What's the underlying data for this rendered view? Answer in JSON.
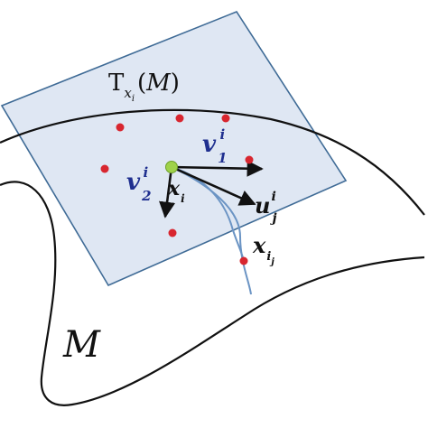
{
  "tangent_plane_label": {
    "prefix": "T",
    "point_symbol": "x",
    "point_index": "i",
    "open_paren": "(",
    "manifold": "M",
    "close_paren": ")"
  },
  "manifold_label": "M",
  "base_point_label": {
    "symbol": "x",
    "index": "i"
  },
  "vector_v1": {
    "symbol": "v",
    "subscript": "1",
    "superscript": "i"
  },
  "vector_v2": {
    "symbol": "v",
    "subscript": "2",
    "superscript": "i"
  },
  "vector_u": {
    "symbol": "u",
    "subscript": "j",
    "superscript": "i"
  },
  "neighbor_label": {
    "symbol": "x",
    "index": "i",
    "sub_index": "j"
  },
  "colors": {
    "plane_fill": "#dfe7f3",
    "plane_stroke": "#3f6b96",
    "curve": "#111111",
    "geodesic": "#6b94c4",
    "point": "#d8262f",
    "base_point": "#9fd24a",
    "vector_label": "#1f2f8f",
    "label": "#111111"
  }
}
